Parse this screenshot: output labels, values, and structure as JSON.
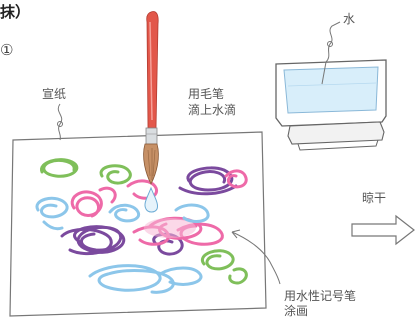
{
  "header": {
    "title": "抹）",
    "step_marker": "①"
  },
  "labels": {
    "xuan_paper": "宣纸",
    "brush_line1": "用毛笔",
    "brush_line2": "滴上水滴",
    "water": "水",
    "dry": "晾干",
    "marker_line1": "用水性记号笔",
    "marker_line2": "涂画"
  },
  "colors": {
    "purple": "#7b4a9e",
    "pink": "#ee6aa8",
    "green": "#7fbf5a",
    "blue": "#8cc6ea",
    "brush_handle": "#e2574a",
    "tray_water": "#d8eefa"
  }
}
